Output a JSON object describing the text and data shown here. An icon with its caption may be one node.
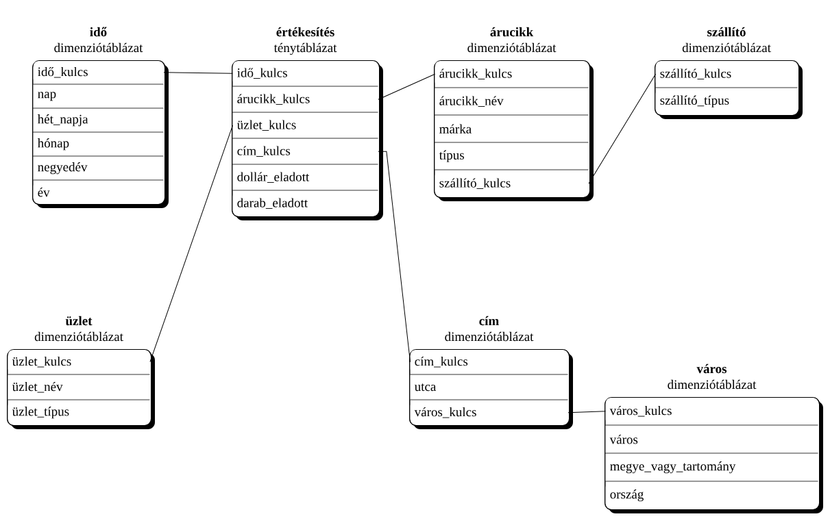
{
  "diagram": {
    "nodes": [
      {
        "text": [
          "idő",
          "dimenziótáblázat"
        ]
      },
      {
        "text": [
          "idő_kulcs"
        ],
        "in": 0
      },
      {
        "text": [
          "nap"
        ],
        "in": 0
      },
      {
        "text": [
          "hét_napja"
        ],
        "in": 0
      },
      {
        "text": [
          "hónap"
        ],
        "in": 0
      },
      {
        "text": [
          "negyedév"
        ],
        "in": 0
      },
      {
        "text": [
          "év"
        ],
        "in": 0
      },
      {
        "text": [
          "értékesítés",
          "ténytáblázat"
        ]
      },
      {
        "text": [
          "idő_kulcs"
        ],
        "in": 7
      },
      {
        "text": [
          "árucikk_kulcs"
        ],
        "in": 7
      },
      {
        "text": [
          "üzlet_kulcs"
        ],
        "in": 7
      },
      {
        "text": [
          "cím_kulcs"
        ],
        "in": 7
      },
      {
        "text": [
          "dollár_eladott"
        ],
        "in": 7
      },
      {
        "text": [
          "darab_eladott"
        ],
        "in": 7
      },
      {
        "text": [
          "árucikk",
          "dimenziótáblázat"
        ]
      },
      {
        "text": [
          "árucikk_kulcs"
        ],
        "in": 14
      },
      {
        "text": [
          "árucikk_név"
        ],
        "in": 14
      },
      {
        "text": [
          "márka"
        ],
        "in": 14
      },
      {
        "text": [
          "típus"
        ],
        "in": 14
      },
      {
        "text": [
          "szállító_kulcs"
        ],
        "in": 14
      },
      {
        "text": [
          "szállító",
          "dimenziótáblázat"
        ]
      },
      {
        "text": [
          "szállító_kulcs"
        ],
        "in": 20
      },
      {
        "text": [
          "szállító_típus"
        ],
        "in": 20
      },
      {
        "text": [
          "üzlet",
          "dimenziótáblázat"
        ]
      },
      {
        "text": [
          "üzlet_kulcs"
        ],
        "in": 23
      },
      {
        "text": [
          "üzlet_név"
        ],
        "in": 23
      },
      {
        "text": [
          "üzlet_típus"
        ],
        "in": 23
      },
      {
        "text": [
          "cím",
          "dimenziótáblázat"
        ]
      },
      {
        "text": [
          "cím_kulcs"
        ],
        "in": 27
      },
      {
        "text": [
          "utca"
        ],
        "in": 27
      },
      {
        "text": [
          "város_kulcs"
        ],
        "in": 27
      },
      {
        "text": [
          "város",
          "dimenziótáblázat"
        ]
      },
      {
        "text": [
          "város_kulcs"
        ],
        "in": 31
      },
      {
        "text": [
          "város"
        ],
        "in": 31
      },
      {
        "text": [
          "megye_vagy_tartomány"
        ],
        "in": 31
      },
      {
        "text": [
          "ország"
        ],
        "in": 31
      }
    ],
    "edges": [
      {
        "from": 1,
        "to": 8,
        "arrow": "none"
      },
      {
        "from": 9,
        "to": 15,
        "arrow": "none"
      },
      {
        "from": 19,
        "to": 21,
        "arrow": "none"
      },
      {
        "from": 10,
        "to": 24,
        "arrow": "none"
      },
      {
        "from": 11,
        "to": 28,
        "arrow": "none"
      },
      {
        "from": 30,
        "to": 32,
        "arrow": "none"
      }
    ]
  }
}
